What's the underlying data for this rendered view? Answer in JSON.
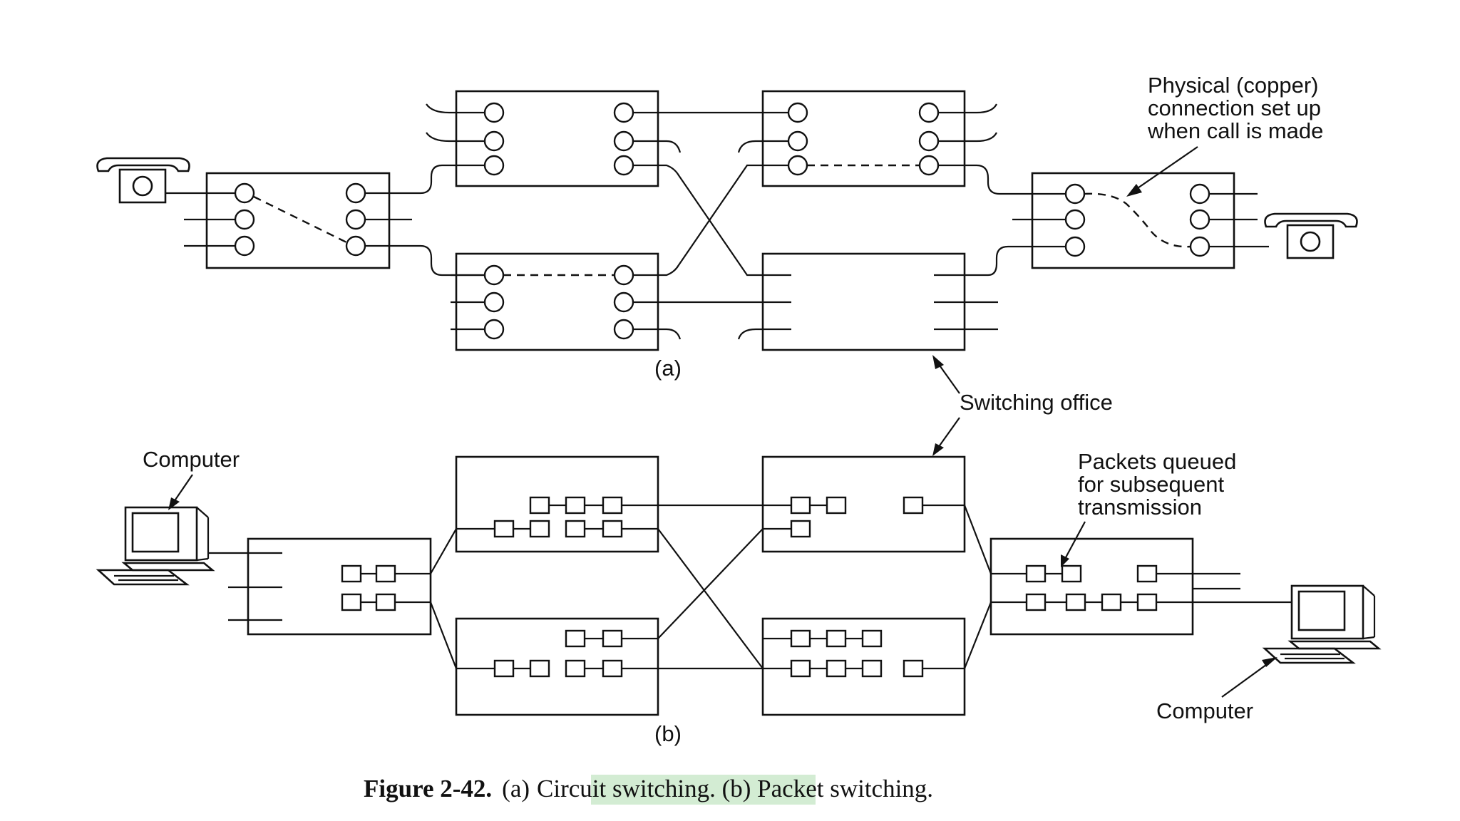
{
  "labels": {
    "physical_line1": "Physical (copper)",
    "physical_line2": "connection set up",
    "physical_line3": "when call is made",
    "panel_a": "(a)",
    "switching_office": "Switching office",
    "computer_left": "Computer",
    "packets_line1": "Packets queued",
    "packets_line2": "for subsequent",
    "packets_line3": "transmission",
    "panel_b": "(b)",
    "computer_right": "Computer"
  },
  "caption": {
    "figure_number": "Figure 2-42.",
    "part_a_prefix": "(a)",
    "part_a_highlight": "Circuit switching",
    "part_b": ". (b) Packet switching."
  },
  "colors": {
    "ink": "#111111",
    "highlight": "#d3ecd3"
  },
  "icons": [
    "telephone-icon",
    "computer-icon"
  ]
}
